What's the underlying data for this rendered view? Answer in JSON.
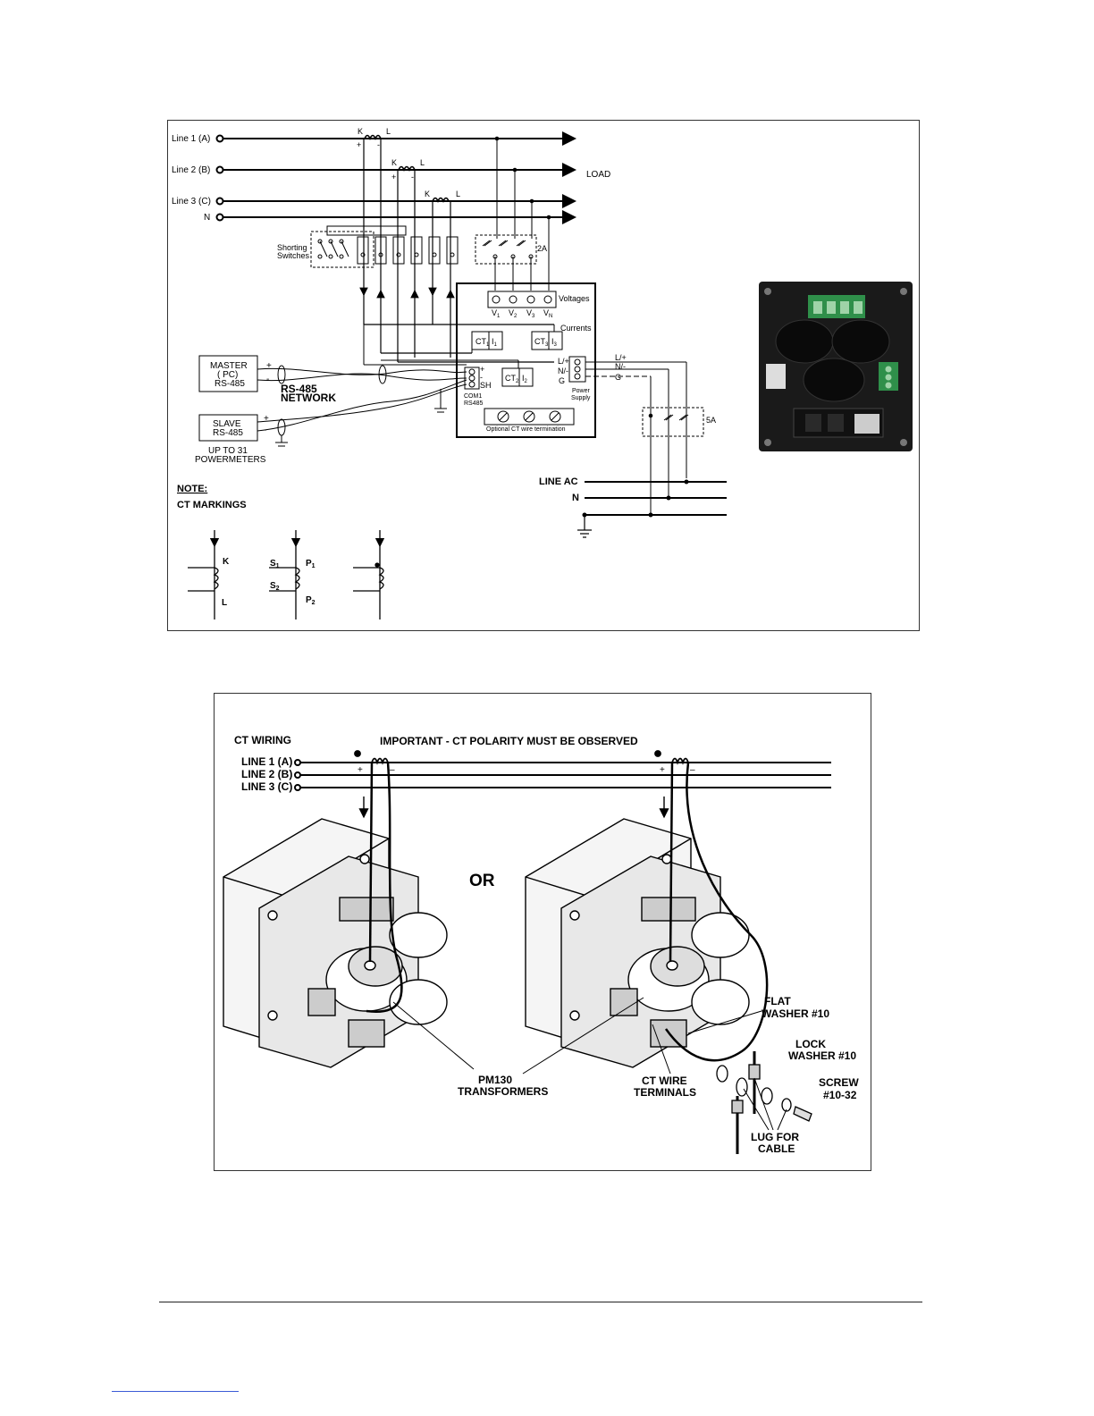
{
  "top_diagram": {
    "lines": [
      "Line 1 (A)",
      "Line 2 (B)",
      "Line 3 (C)",
      "N"
    ],
    "load_label": "LOAD",
    "ct_k": "K",
    "ct_l": "L",
    "plus": "+",
    "minus": "-",
    "shorting_switches": [
      "Shorting",
      "Switches"
    ],
    "fuse_2a": "2A",
    "fuse_5a": "5A",
    "voltages_label": "Voltages",
    "voltage_terminals": [
      "V",
      "V",
      "V",
      "V"
    ],
    "voltage_subs": [
      "1",
      "2",
      "3",
      "N"
    ],
    "currents_label": "Currents",
    "ct_blocks": [
      {
        "ct": "CT",
        "sub": "1",
        "i": "I",
        "isub": "1"
      },
      {
        "ct": "CT",
        "sub": "3",
        "i": "I",
        "isub": "3"
      },
      {
        "ct": "CT",
        "sub": "2",
        "i": "I",
        "isub": "2"
      }
    ],
    "master": [
      "MASTER",
      "( PC)",
      "RS-485"
    ],
    "slave": [
      "SLAVE",
      "RS-485"
    ],
    "rs485_network": [
      "RS-485",
      "NETWORK"
    ],
    "up_to": [
      "UP TO 31",
      "POWERMETERS"
    ],
    "com_terminals": [
      "+",
      "-",
      "SH"
    ],
    "com_label": [
      "COM1",
      "RS485"
    ],
    "power_terminals": [
      "L/+",
      "N/-",
      "G"
    ],
    "power_line_labels": [
      "L/+",
      "N/-",
      "G"
    ],
    "power_supply": [
      "Power",
      "Supply"
    ],
    "optional_ct": "Optional CT wire termination",
    "line_ac": "LINE AC",
    "n_label": "N",
    "note": "NOTE:",
    "ct_markings": "CT MARKINGS",
    "marking_kl": [
      "K",
      "L"
    ],
    "marking_sp": [
      {
        "m": "S",
        "s": "1"
      },
      {
        "m": "P",
        "s": "1"
      },
      {
        "m": "S",
        "s": "2"
      },
      {
        "m": "P",
        "s": "2"
      }
    ]
  },
  "bottom_diagram": {
    "ct_wiring": "CT WIRING",
    "important": "IMPORTANT - CT POLARITY MUST BE OBSERVED",
    "lines": [
      "LINE 1 (A)",
      "LINE 2 (B)",
      "LINE 3 (C)"
    ],
    "or_label": "OR",
    "pm130": [
      "PM130",
      "TRANSFORMERS"
    ],
    "ct_wire_terminals": [
      "CT WIRE",
      "TERMINALS"
    ],
    "flat_washer": [
      "FLAT",
      "WASHER #10"
    ],
    "lock_washer": [
      "LOCK",
      "WASHER #10"
    ],
    "screw": [
      "SCREW",
      "#10-32"
    ],
    "lug": [
      "LUG FOR",
      "CABLE"
    ],
    "plus": "+",
    "minus": "–"
  }
}
